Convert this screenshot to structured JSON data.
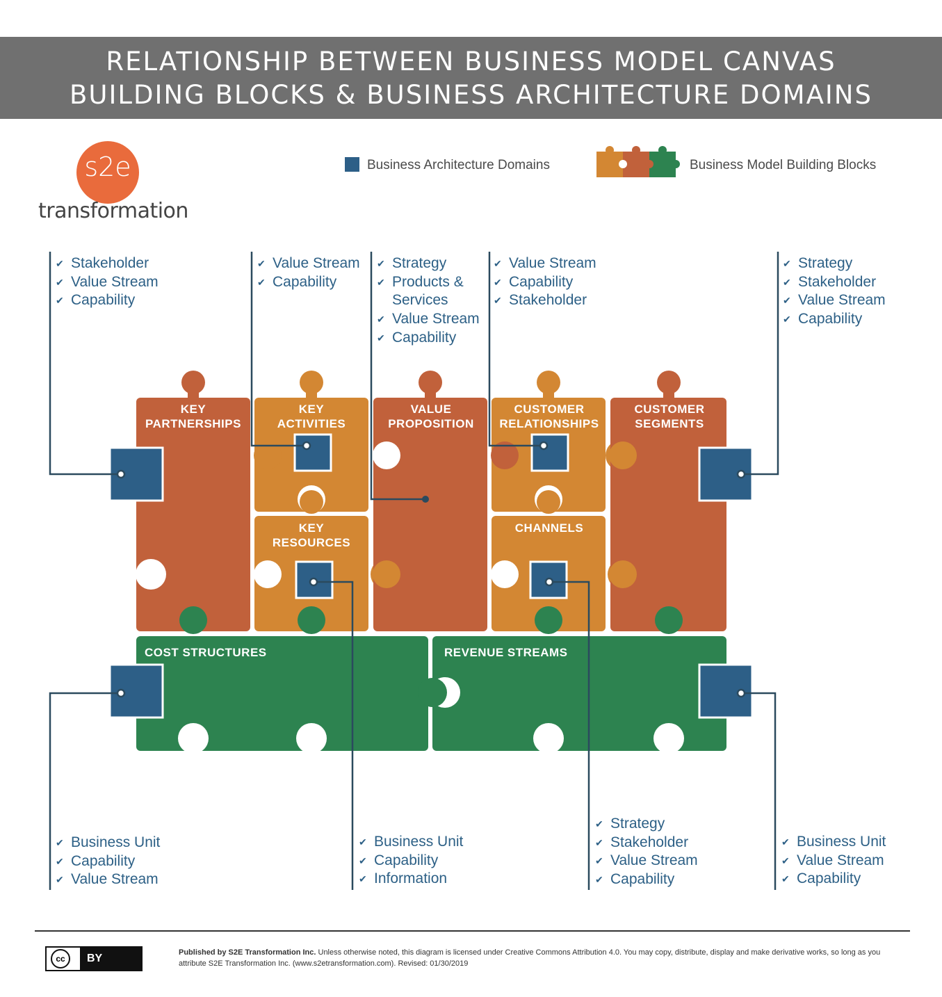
{
  "title": {
    "line1": "RELATIONSHIP BETWEEN BUSINESS MODEL CANVAS",
    "line2": "BUILDING BLOCKS & BUSINESS ARCHITECTURE DOMAINS"
  },
  "logo": {
    "mark": "s2e",
    "wordmark": "transformation"
  },
  "legend": {
    "domains_label": "Business Architecture Domains",
    "blocks_label": "Business Model Building Blocks"
  },
  "colors": {
    "header": "#707070",
    "rust": "#c1613b",
    "orange": "#d38733",
    "green": "#2d8350",
    "domain_blue": "#2d5f87",
    "text_blue": "#2d6086"
  },
  "blocks": {
    "key_partnerships": [
      "KEY",
      "PARTNERSHIPS"
    ],
    "key_activities": [
      "KEY",
      "ACTIVITIES"
    ],
    "key_resources": [
      "KEY",
      "RESOURCES"
    ],
    "value_proposition": [
      "VALUE",
      "PROPOSITION"
    ],
    "customer_relationships": [
      "CUSTOMER",
      "RELATIONSHIPS"
    ],
    "channels": [
      "CHANNELS"
    ],
    "customer_segments": [
      "CUSTOMER",
      "SEGMENTS"
    ],
    "cost_structures": [
      "COST STRUCTURES"
    ],
    "revenue_streams": [
      "REVENUE STREAMS"
    ]
  },
  "domain_lists": {
    "key_partnerships": [
      "Stakeholder",
      "Value Stream",
      "Capability"
    ],
    "key_activities": [
      "Value Stream",
      "Capability"
    ],
    "value_proposition": [
      "Strategy",
      "Products &",
      "Services",
      "Value Stream",
      "Capability"
    ],
    "customer_relationships": [
      "Value Stream",
      "Capability",
      "Stakeholder"
    ],
    "customer_segments": [
      "Strategy",
      "Stakeholder",
      "Value Stream",
      "Capability"
    ],
    "cost_structures": [
      "Business Unit",
      "Capability",
      "Value Stream"
    ],
    "key_resources": [
      "Business Unit",
      "Capability",
      "Information"
    ],
    "channels": [
      "Strategy",
      "Stakeholder",
      "Value Stream",
      "Capability"
    ],
    "revenue_streams": [
      "Business Unit",
      "Value Stream",
      "Capability"
    ]
  },
  "check_mark": "✔",
  "license_badge": {
    "cc": "cc",
    "by": "BY"
  },
  "footer": {
    "publisher": "Published by S2E Transformation Inc.",
    "text": "Unless otherwise noted, this diagram is licensed under Creative Commons Attribution 4.0. You may copy, distribute, display and make derivative works, so long as you attribute S2E Transformation Inc. (www.s2etransformation.com). Revised: 01/30/2019"
  }
}
